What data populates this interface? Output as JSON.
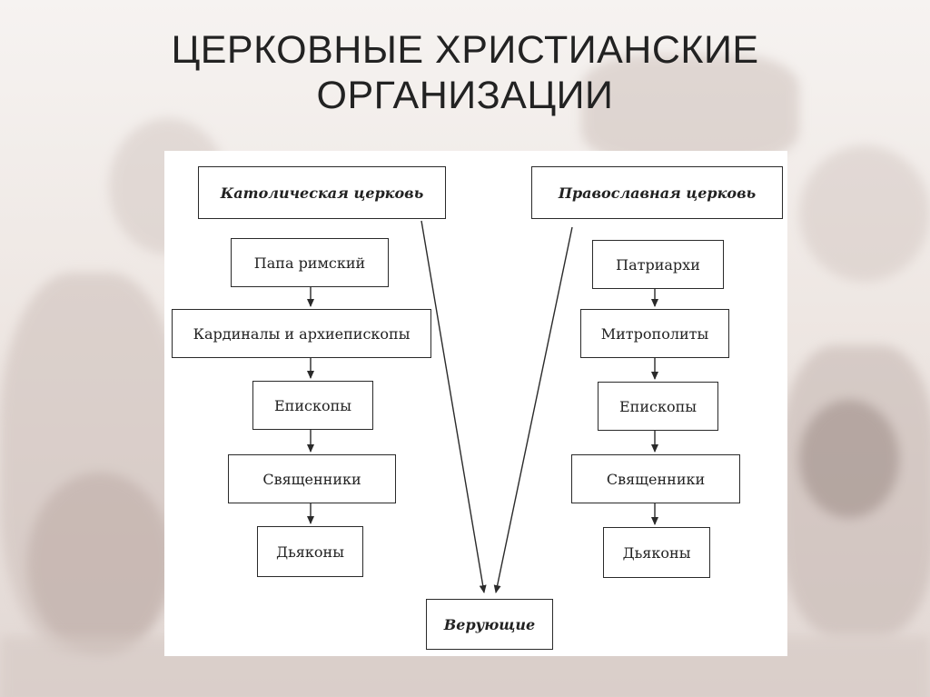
{
  "title": {
    "line1": "ЦЕРКОВНЫЕ ХРИСТИАНСКИЕ",
    "line2": "ОРГАНИЗАЦИИ"
  },
  "diagram": {
    "catholic": {
      "head": "Католическая церковь",
      "levels": [
        "Папа римский",
        "Кардиналы и архиепископы",
        "Епископы",
        "Священники",
        "Дьяконы"
      ]
    },
    "orthodox": {
      "head": "Православная церковь",
      "levels": [
        "Патриархи",
        "Митрополиты",
        "Епископы",
        "Священники",
        "Дьяконы"
      ]
    },
    "believers": "Верующие"
  }
}
